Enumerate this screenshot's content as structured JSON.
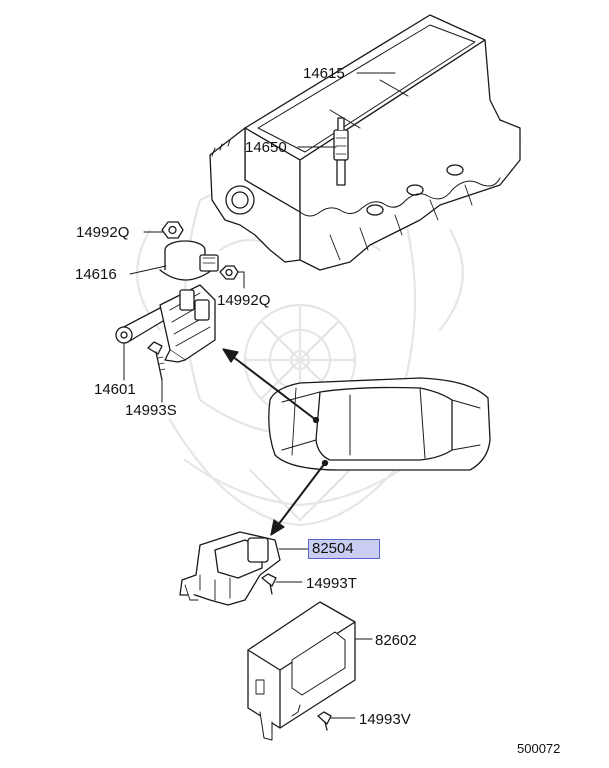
{
  "diagram": {
    "figure_number": "500072",
    "highlight_color": "#c9cdf4",
    "line_color": "#1a1a1a"
  },
  "parts": {
    "p14615": "14615",
    "p14650": "14650",
    "p14992q_top": "14992Q",
    "p14616": "14616",
    "p14992q_bottom": "14992Q",
    "p14601": "14601",
    "p14993s": "14993S",
    "p82504": "82504",
    "p14993t": "14993T",
    "p82602": "82602",
    "p14993v": "14993V"
  }
}
